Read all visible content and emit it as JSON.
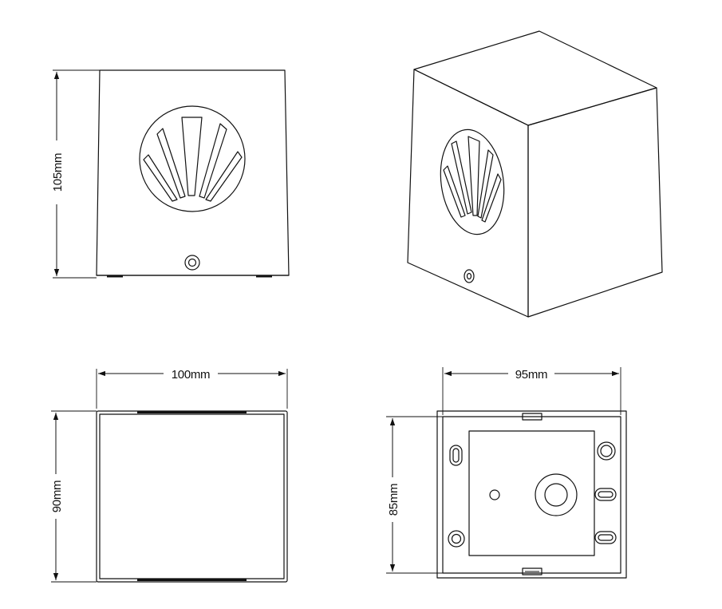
{
  "dimensions": {
    "front_height": "105mm",
    "top_width": "100mm",
    "top_depth": "90mm",
    "back_width": "95mm",
    "back_height": "85mm"
  },
  "colors": {
    "line": "#111111",
    "background": "#ffffff"
  },
  "icons": [
    "fan-shell-louver-icon",
    "sensor-screw-icon"
  ]
}
